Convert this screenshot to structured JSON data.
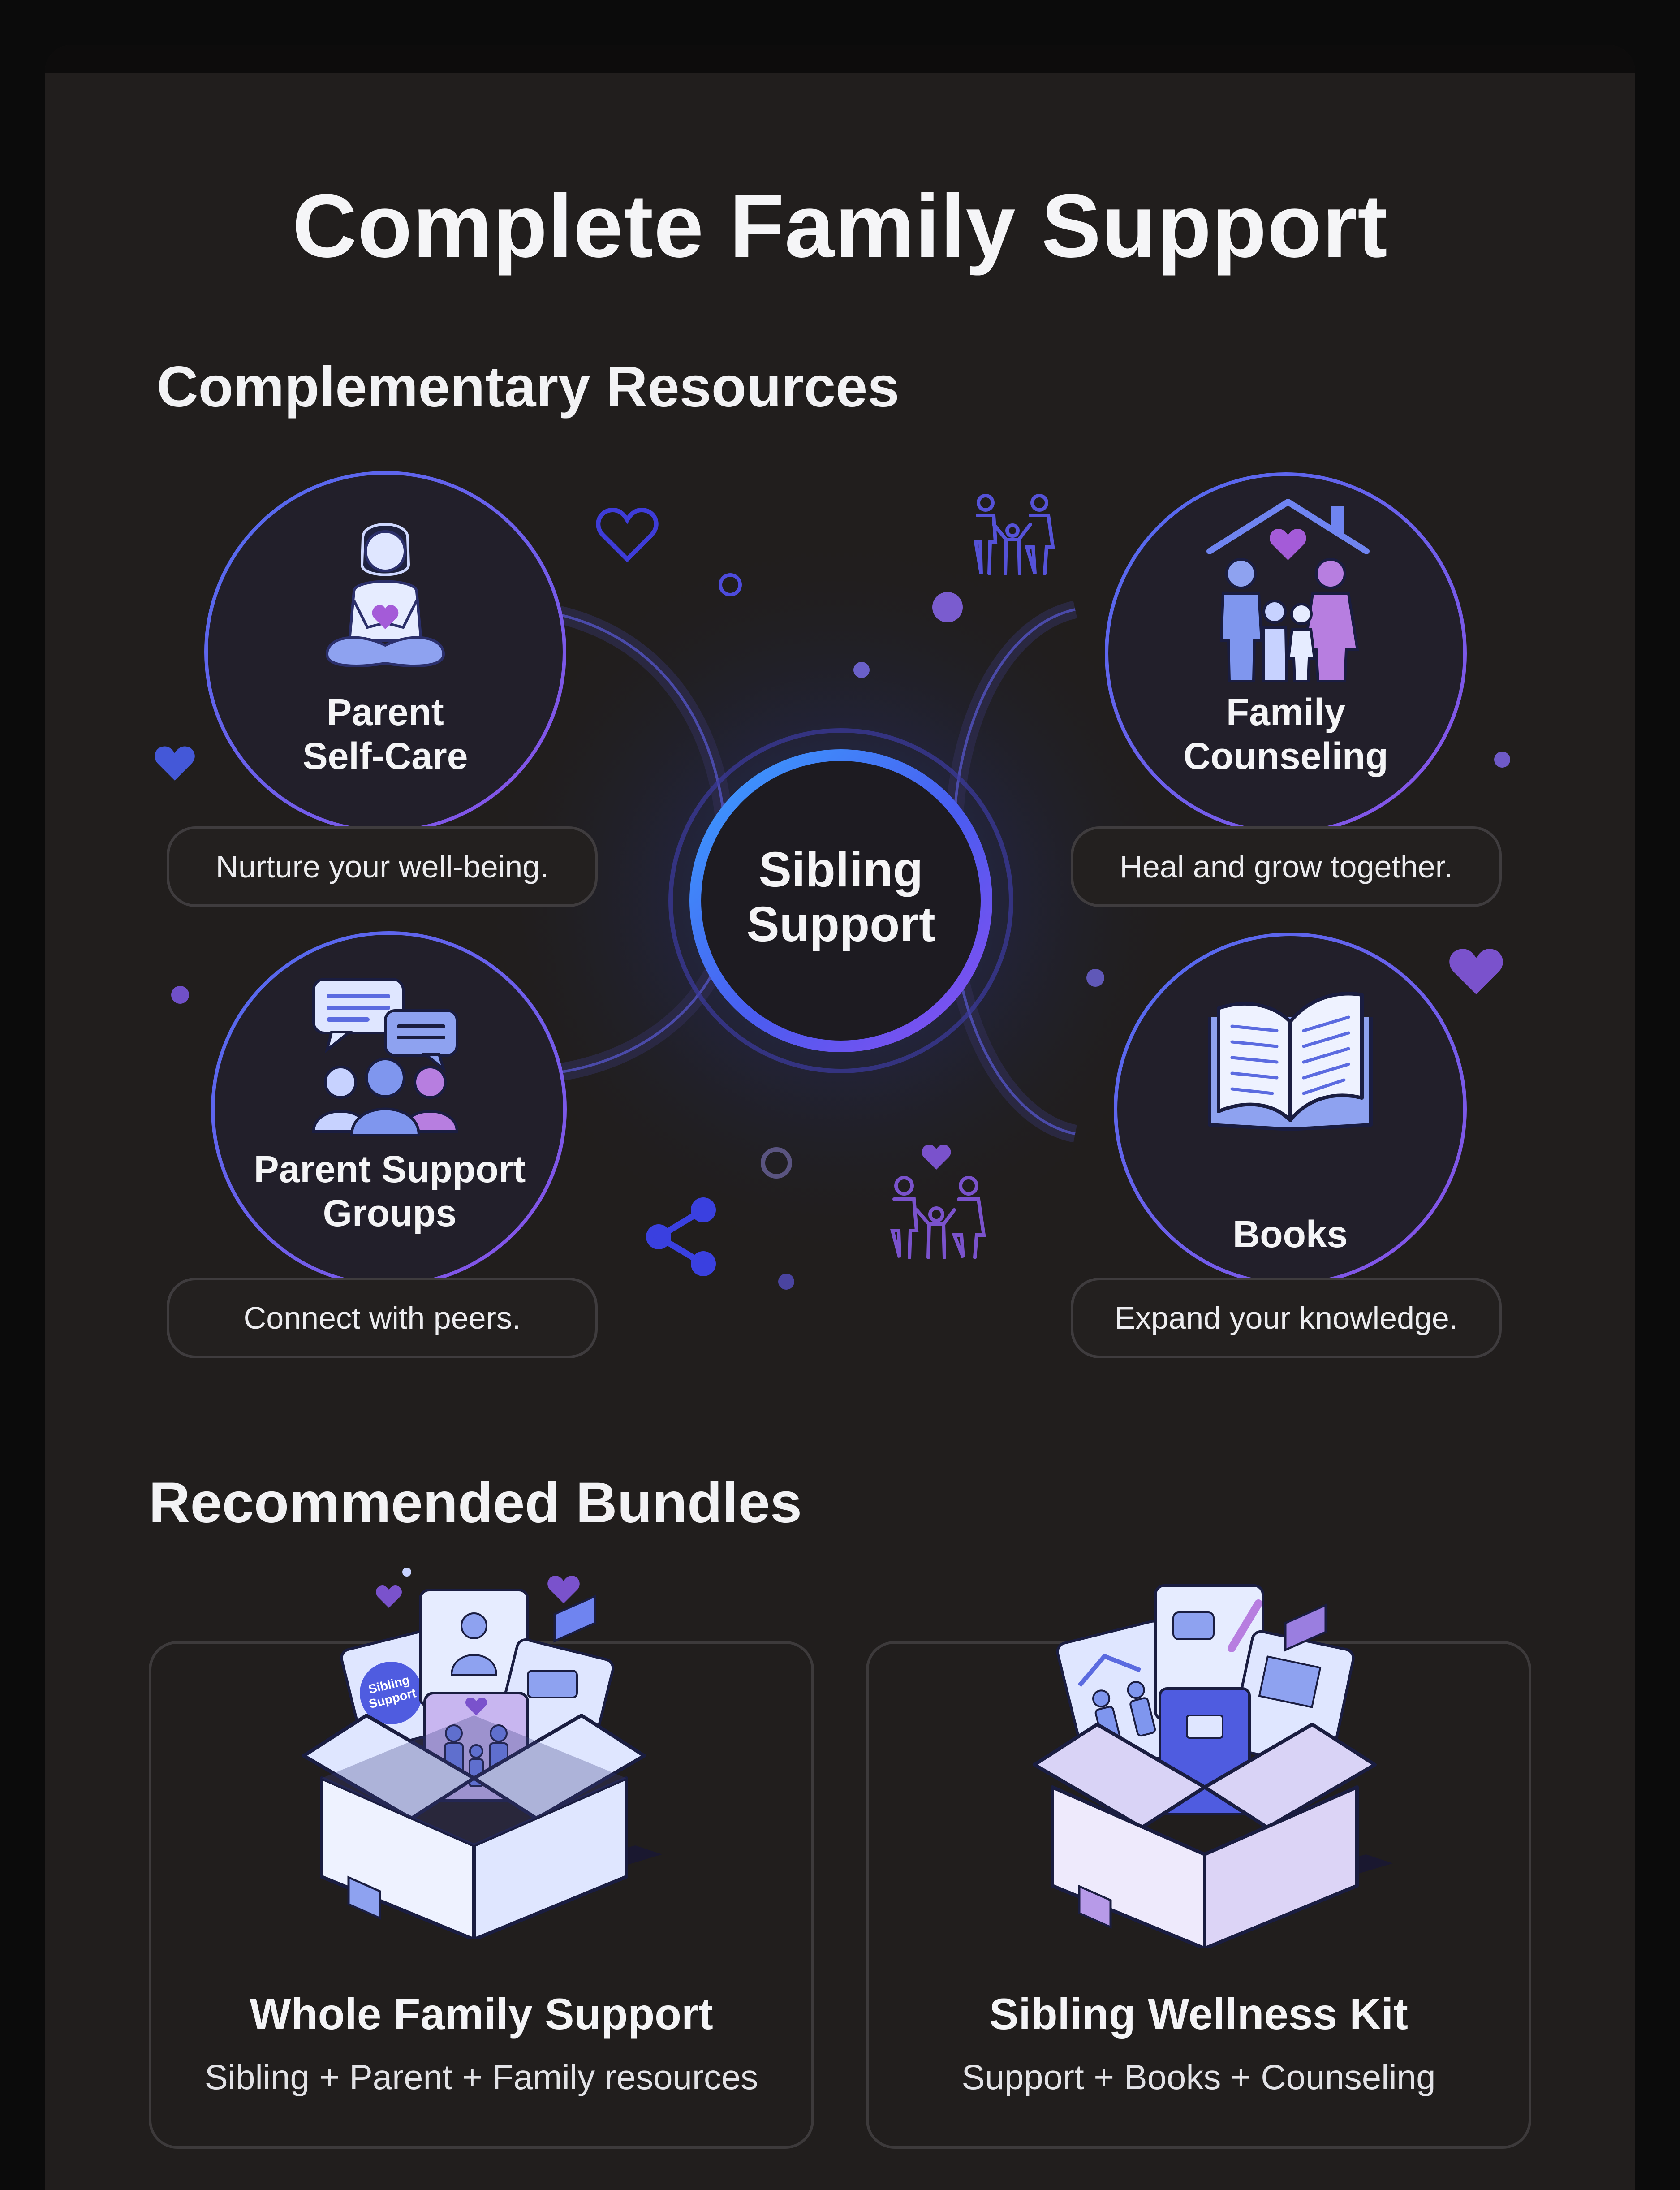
{
  "page": {
    "title": "Complete Family Support"
  },
  "resources": {
    "heading": "Complementary Resources",
    "center": {
      "line1": "Sibling",
      "line2": "Support"
    },
    "items": [
      {
        "label_line1": "Parent",
        "label_line2": "Self-Care",
        "caption": "Nurture your well-being.",
        "icon": "meditation-heart-icon"
      },
      {
        "label_line1": "Family",
        "label_line2": "Counseling",
        "caption": "Heal and grow together.",
        "icon": "family-home-icon"
      },
      {
        "label_line1": "Parent Support",
        "label_line2": "Groups",
        "caption": "Connect with peers.",
        "icon": "chat-group-icon"
      },
      {
        "label_line1": "Books",
        "label_line2": "",
        "caption": "Expand your knowledge.",
        "icon": "open-book-icon"
      }
    ]
  },
  "bundles": {
    "heading": "Recommended Bundles",
    "items": [
      {
        "title": "Whole Family Support",
        "subtitle": "Sibling + Parent + Family resources",
        "badge_line1": "Sibling",
        "badge_line2": "Support",
        "icon": "open-box-icon"
      },
      {
        "title": "Sibling Wellness Kit",
        "subtitle": "Support + Books + Counseling",
        "icon": "open-box-icon"
      }
    ]
  },
  "colors": {
    "background": "#211e1d",
    "accent_blue": "#3b6cf0",
    "accent_purple": "#7b5cd6",
    "ring": "#5a4fd8",
    "text": "#f2f2f4"
  }
}
